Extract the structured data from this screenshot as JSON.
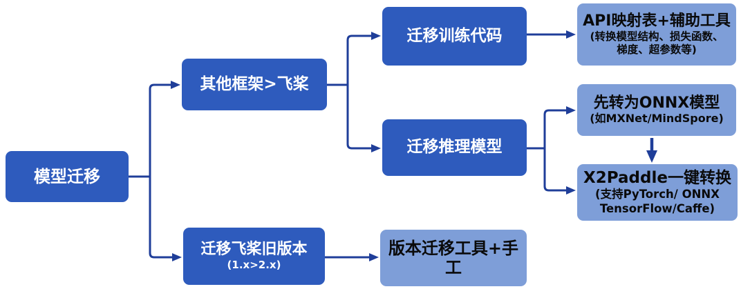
{
  "colors": {
    "dark_box": "#2e5bbd",
    "light_box": "#7e9ed8",
    "connector": "#1f3e99",
    "dark_text": "#ffffff",
    "light_text": "#0a0a0a",
    "canvas_bg": "#ffffff"
  },
  "nodes": {
    "root": {
      "label": "模型迁移"
    },
    "other_frameworks": {
      "label": "其他框架>飞桨"
    },
    "migrate_old_paddle": {
      "label": "迁移飞桨旧版本",
      "sublabel": "(1.x>2.x)"
    },
    "migrate_training_code": {
      "label": "迁移训练代码"
    },
    "migrate_inference_model": {
      "label": "迁移推理模型"
    },
    "api_mapping": {
      "label": "API映射表+辅助工具",
      "sublabel": "(转换模型结构、损失函数、\n梯度、超参数等)"
    },
    "onnx_first": {
      "label": "先转为ONNX模型",
      "sublabel": "(如MXNet/MindSpore)"
    },
    "x2paddle": {
      "label": "X2Paddle一键转换",
      "sublabel": "(支持PyTorch/ ONNX\nTensorFlow/Caffe)"
    },
    "version_tool": {
      "label": "版本迁移工具+手工"
    }
  }
}
